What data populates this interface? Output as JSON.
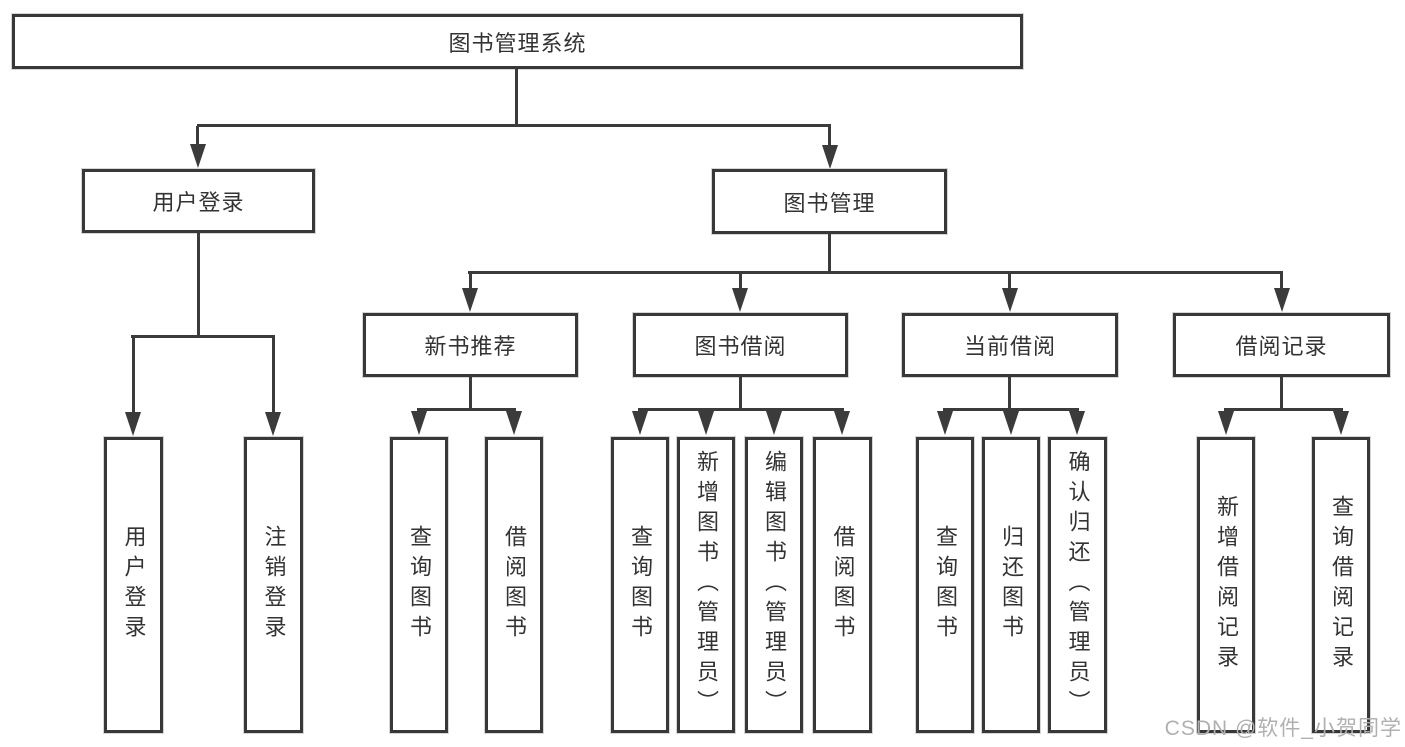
{
  "tree": {
    "root": "图书管理系统",
    "children": [
      {
        "label": "用户登录",
        "children": [
          "用户登录",
          "注销登录"
        ]
      },
      {
        "label": "图书管理",
        "children": [
          {
            "label": "新书推荐",
            "children": [
              "查询图书",
              "借阅图书"
            ]
          },
          {
            "label": "图书借阅",
            "children": [
              "查询图书",
              "新增图书（管理员）",
              "编辑图书（管理员）",
              "借阅图书"
            ]
          },
          {
            "label": "当前借阅",
            "children": [
              "查询图书",
              "归还图书",
              "确认归还（管理员）"
            ]
          },
          {
            "label": "借阅记录",
            "children": [
              "新增借阅记录",
              "查询借阅记录"
            ]
          }
        ]
      }
    ]
  },
  "watermark": "CSDN @软件_小贺同学",
  "colors": {
    "line": "#3b3b3b",
    "box_border": "#383838",
    "text": "#333333",
    "watermark_text": "#b0b0b0",
    "background": "#ffffff"
  }
}
